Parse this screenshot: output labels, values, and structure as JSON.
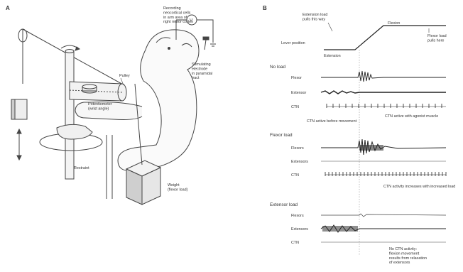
{
  "panel_a": {
    "label": "A",
    "recording_label": "Recording\nneocortical cells\nin arm area of\nright motor cortex",
    "voltmeter_symbol": "V",
    "stimulating_label": "Stimulating\nelectrode\nin pyramidal\ntract",
    "pulley_label": "Pulley",
    "potentiometer_label": "Potentiometer\n(wrist angle)",
    "restraint_label": "Restraint",
    "weight_label": "Weight\n(flexor load)"
  },
  "panel_b": {
    "label": "B",
    "extension_load_note": "Extension load\npulls this way",
    "flexor_load_note": "Flexor load\npulls here",
    "flexion_label": "Flexion",
    "extension_label": "Extension",
    "lever_position_label": "Lever position",
    "sections": [
      {
        "title": "No load",
        "traces": [
          "Flexor",
          "Extensor",
          "CTN"
        ],
        "annotations": [
          "CTN active before movement",
          "CTN active with agonist muscle"
        ]
      },
      {
        "title": "Flexor load",
        "traces": [
          "Flexors",
          "Extensors",
          "CTN"
        ],
        "annotations": [
          "CTN activity increases with increased load"
        ]
      },
      {
        "title": "Extensor load",
        "traces": [
          "Flexors",
          "Extensors",
          "CTN"
        ],
        "annotations": [
          "No CTN activity:\nflexion movement\nresults from relaxation\nof extensors"
        ]
      }
    ]
  }
}
